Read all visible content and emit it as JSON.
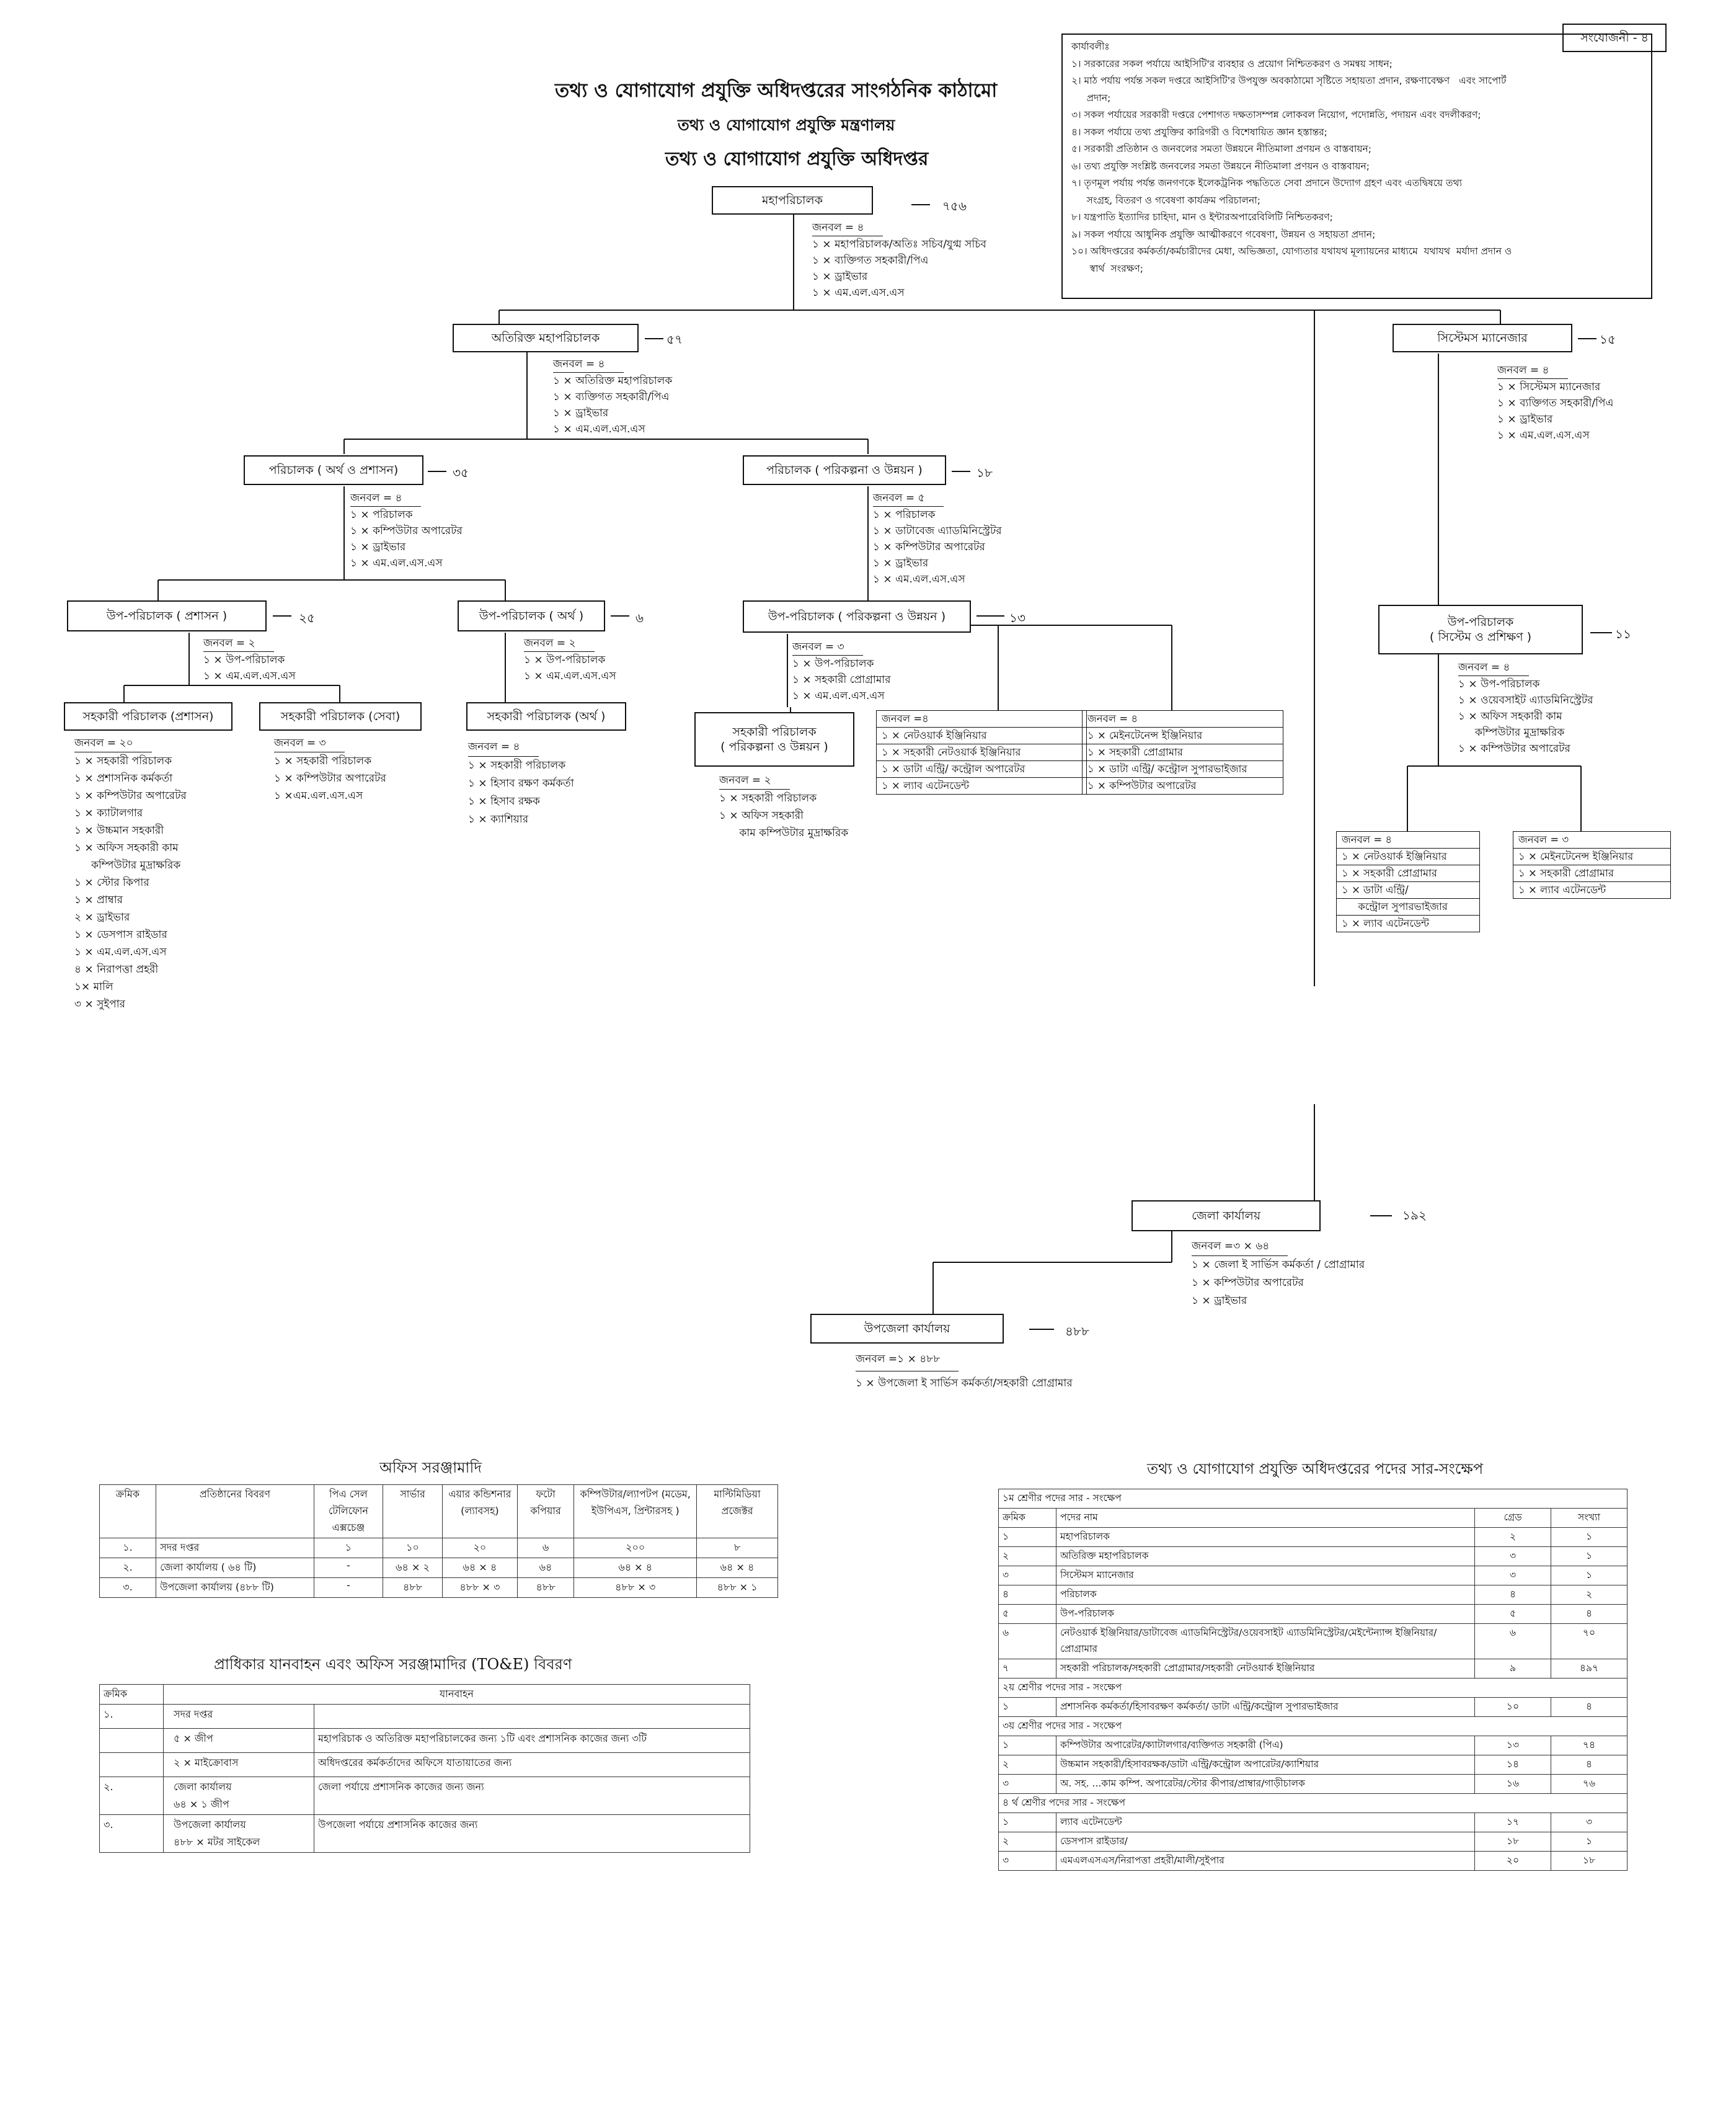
{
  "titles": {
    "main": "তথ্য ও যোগাযোগ প্রযুক্তি অধিদপ্তরের সাংগঠনিক কাঠামো",
    "ministry": "তথ্য ও যোগাযোগ প্রযুক্তি মন্ত্রণালয়",
    "department": "তথ্য ও যোগাযোগ প্রযুক্তি অধিদপ্তর"
  },
  "annex": "সংযোজনী - ৪",
  "functions": {
    "heading": "কার্যাবলীঃ",
    "items": [
      "১। সরকারের সকল পর্যায়ে আইসিটি'র ব্যবহার ও প্রয়োগ নিশ্চিতকরণ ও সমন্বয় সাধন;",
      "২। মাঠ পর্যায় পর্যন্ত সকল দপ্তরে আইসিটি'র উপযুক্ত অবকাঠামো সৃষ্টিতে সহায়তা প্রদান, রক্ষণাবেক্ষণ   এবং সাপোর্ট",
      "     প্রদান;",
      "৩। সকল পর্যায়ের সরকারী দপ্তরে পেশাগত দক্ষতাসম্পন্ন লোকবল নিয়োগ, পদোন্নতি, পদায়ন এবং বদলীকরণ;",
      "৪। সকল পর্যায়ে তথ্য প্রযুক্তির কারিগরী ও বিশেষায়িত জ্ঞান হস্তান্তর;",
      "৫। সরকারী প্রতিষ্ঠান ও জনবলের সমতা উন্নয়নে নীতিমালা প্রণয়ন ও বাস্তবায়ন;",
      "৬। তথ্য প্রযুক্তি সংশ্লিষ্ট জনবলের সমতা উন্নয়নে নীতিমালা প্রণয়ন ও বাস্তবায়ন;",
      "৭। তৃণমূল পর্যায় পর্যন্ত জনগণকে ইলেকট্রনিক পদ্ধতিতে সেবা প্রদানে উদ্যোগ গ্রহণ এবং এতদ্বিষয়ে তথ্য",
      "     সংগ্রহ, বিতরণ ও গবেষণা কার্যক্রম পরিচালনা;",
      "৮। যন্ত্রপাতি ইত্যাদির চাহিদা, মান ও ইন্টারঅপারেবিলিটি নিশ্চিতকরণ;",
      "৯। সকল পর্যায়ে আধুনিক প্রযুক্তি আত্মীকরণে গবেষণা, উন্নয়ন ও সহায়তা প্রদান;",
      "১০। অধিদপ্তরের কর্মকর্তা/কর্মচারীদের মেধা, অভিজ্ঞতা, যোগ্যতার যথাযথ মূল্যায়নের মাধ্যমে  যথাযথ  মর্যাদা প্রদান ও",
      "      স্বার্থ  সংরক্ষণ;"
    ]
  },
  "org": {
    "dg": {
      "label": "মহাপরিচালক",
      "count": "৭৫৬",
      "staff": [
        "জনবল = ৪",
        "১ × মহাপরিচালক/অতিঃ সচিব/যুগ্ম সচিব",
        "১ × ব্যক্তিগত সহকারী/পিএ",
        "১ × ড্রাইভার",
        "১ × এম.এল.এস.এস"
      ]
    },
    "adg": {
      "label": "অতিরিক্ত মহাপরিচালক",
      "count": "৫৭",
      "staff": [
        "জনবল = ৪",
        "১ × অতিরিক্ত মহাপরিচালক",
        "১ × ব্যক্তিগত সহকারী/পিএ",
        "১ × ড্রাইভার",
        "১ × এম.এল.এস.এস"
      ]
    },
    "sysmgr": {
      "label": "সিস্টেমস ম্যানেজার",
      "count": "১৫",
      "staff": [
        "জনবল = ৪",
        "১ × সিস্টেমস ম্যানেজার",
        "১ × ব্যক্তিগত সহকারী/পিএ",
        "১ × ড্রাইভার",
        "১ × এম.এল.এস.এস"
      ]
    },
    "dir_fin": {
      "label": "পরিচালক ( অর্থ ও প্রশাসন)",
      "count": "৩৫",
      "staff": [
        "জনবল = ৪",
        "১ × পরিচালক",
        "১ × কম্পিউটার অপারেটর",
        "১ × ড্রাইভার",
        "১ × এম.এল.এস.এস"
      ]
    },
    "dir_plan": {
      "label": "পরিচালক ( পরিকল্পনা ও উন্নয়ন )",
      "count": "১৮",
      "staff": [
        "জনবল = ৫",
        "১ × পরিচালক",
        "১ × ডাটাবেজ এ্যাডমিনিস্ট্রেটর",
        "১ × কম্পিউটার অপারেটর",
        "১ × ড্রাইভার",
        "১ × এম.এল.এস.এস"
      ]
    },
    "dd_admin": {
      "label": "উপ-পরিচালক ( প্রশাসন )",
      "count": "২৫",
      "staff": [
        "জনবল = ২",
        "১ × উপ-পরিচালক",
        "১ × এম.এল.এস.এস"
      ]
    },
    "dd_fin": {
      "label": "উপ-পরিচালক ( অর্থ )",
      "count": "৬",
      "staff": [
        "জনবল = ২",
        "১ × উপ-পরিচালক",
        "১ × এম.এল.এস.এস"
      ]
    },
    "dd_plan": {
      "label": "উপ-পরিচালক ( পরিকল্পনা ও উন্নয়ন )",
      "count": "১৩",
      "staff": [
        "জনবল = ৩",
        "১ × উপ-পরিচালক",
        "১ × সহকারী প্রোগ্রামার",
        "১ × এম.এল.এস.এস"
      ]
    },
    "dd_sys": {
      "label1": "উপ-পরিচালক",
      "label2": "( সিস্টেম ও প্রশিক্ষণ )",
      "count": "১১",
      "staff": [
        "জনবল = ৪",
        "১ × উপ-পরিচালক",
        "১ × ওয়েবসাইট এ্যাডমিনিস্ট্রেটর",
        "১ × অফিস সহকারী কাম",
        "     কম্পিউটার মুদ্রাক্ষরিক",
        "১ × কম্পিউটার অপারেটর"
      ]
    },
    "ad_admin": {
      "label": "সহকারী পরিচালক (প্রশাসন)",
      "staff": [
        "জনবল = ২০",
        "১ × সহকারী পরিচালক",
        "১ × প্রশাসনিক কর্মকর্তা",
        "১ × কম্পিউটার অপারেটর",
        "১ × ক্যাটালগার",
        "১ × উচ্চমান সহকারী",
        "১ × অফিস সহকারী কাম",
        "     কম্পিউটার মুদ্রাক্ষরিক",
        "১ × স্টোর কিপার",
        "১ × প্রাম্বার",
        "২ × ড্রাইভার",
        "১ × ডেসপাস রাইডার",
        "১ × এম.এল.এস.এস",
        "৪ × নিরাপত্তা প্রহরী",
        "১× মালি",
        "৩ × সুইপার"
      ]
    },
    "ad_seba": {
      "label": "সহকারী পরিচালক (সেবা)",
      "staff": [
        "জনবল = ৩",
        "১ × সহকারী পরিচালক",
        "১ × কম্পিউটার অপারেটর",
        "১ ×এম.এল.এস.এস"
      ]
    },
    "ad_fin": {
      "label": "সহকারী পরিচালক (অর্থ )",
      "staff": [
        "জনবল = ৪",
        "১ × সহকারী পরিচালক",
        "১ × হিসাব রক্ষণ কর্মকর্তা",
        "১ × হিসাব রক্ষক",
        "১ × ক্যাশিয়ার"
      ]
    },
    "ad_plan": {
      "label1": "সহকারী পরিচালক",
      "label2": "( পরিকল্পনা ও উন্নয়ন )",
      "staff": [
        "জনবল = ২",
        "১ × সহকারী পরিচালক",
        "১ × অফিস সহকারী",
        "      কাম কম্পিউটার মুদ্রাক্ষরিক"
      ]
    },
    "plan_net": [
      "জনবল =৪",
      "১ × নেটওয়ার্ক ইঞ্জিনিয়ার",
      "১ × সহকারী নেটওয়ার্ক ইঞ্জিনিয়ার",
      "১ × ডাটা এন্ট্রি/ কন্ট্রোল অপারেটর",
      "১ × ল্যাব এটেনডেন্ট"
    ],
    "plan_mnt": [
      "জনবল = ৪",
      "১ × মেইনটেনেন্স ইঞ্জিনিয়ার",
      "১ × সহকারী প্রোগ্রামার",
      "১ × ডাটা এন্ট্রি/ কন্ট্রোল সুপারভাইজার",
      "১ × কম্পিউটার অপারেটর"
    ],
    "sys_net": [
      "জনবল = ৪",
      "১ × নেটওয়ার্ক ইঞ্জিনিয়ার",
      "১ × সহকারী প্রোগ্রামার",
      "১ × ডাটা এন্ট্রি/",
      "     কন্ট্রোল সুপারভাইজার",
      "১ × ল্যাব এটেনডেন্ট"
    ],
    "sys_mnt": [
      "জনবল = ৩",
      "১ × মেইনটেনেন্স ইঞ্জিনিয়ার",
      "১ × সহকারী প্রোগ্রামার",
      "১ × ল্যাব এটেনডেন্ট"
    ],
    "district": {
      "label": "জেলা কার্যালয়",
      "count": "১৯২",
      "staff": [
        "জনবল =৩ × ৬৪",
        "১ × জেলা ই সার্ভিস কর্মকর্তা / প্রোগ্রামার",
        "১ × কম্পিউটার অপারেটর",
        "১ × ড্রাইভার"
      ]
    },
    "upazila": {
      "label": "উপজেলা কার্যালয়",
      "count": "৪৮৮",
      "staff": [
        "জনবল =১ × ৪৮৮",
        "১ × উপজেলা ই সার্ভিস কর্মকর্তা/সহকারী প্রোগ্রামার"
      ]
    }
  },
  "equipment": {
    "title": "অফিস সরঞ্জামাদি",
    "headers": [
      "ক্রমিক",
      "প্রতিষ্ঠানের বিবরণ",
      "পিএ সেল টেলিফোন এক্সচেঞ্জ",
      "সার্ভার",
      "এয়ার কন্ডিশনার (ল্যাবসহ)",
      "ফটো কপিয়ার",
      "কম্পিউটার/ল্যাপটপ (মডেম, ইউপিএস, প্রিন্টারসহ )",
      "মাল্টিমিডিয়া প্রজেক্টর"
    ],
    "rows": [
      [
        "১.",
        "সদর দপ্তর",
        "১",
        "১০",
        "২০",
        "৬",
        "২০০",
        "৮"
      ],
      [
        "২.",
        "জেলা কার্যালয় ( ৬৪ টি)",
        "-",
        "৬৪ × ২",
        "৬৪ × ৪",
        "৬৪",
        "৬৪ × ৪",
        "৬৪ × ৪"
      ],
      [
        "৩.",
        "উপজেলা কার্যালয় (৪৮৮ টি)",
        "-",
        "৪৮৮",
        "৪৮৮ × ৩",
        "৪৮৮",
        "৪৮৮ × ৩",
        "৪৮৮ × ১"
      ]
    ]
  },
  "vehicles": {
    "title": "প্রাধিকার যানবাহন এবং অফিস সরঞ্জামাদির (TO&E) বিবরণ",
    "headers": [
      "ক্রমিক",
      "যানবাহন"
    ],
    "rows": [
      {
        "no": "১.",
        "a": "সদর দপ্তর",
        "b": ""
      },
      {
        "no": "",
        "a": "৫ × জীপ",
        "b": "মহাপরিচাক ও অতিরিক্ত মহাপরিচালকের জন্য ১টি এবং প্রশাসনিক কাজের জন্য ৩টি"
      },
      {
        "no": "",
        "a": "২ × মাইক্রোবাস",
        "b": "অধিদপ্তরের কর্মকর্তাদের অফিসে যাতায়াতের জন্য"
      },
      {
        "no": "২.",
        "a": "জেলা কার্যালয়\n৬৪ × ১ জীপ",
        "b": "জেলা পর্যায়ে প্রশাসনিক কাজের জন্য জন্য"
      },
      {
        "no": "৩.",
        "a": "উপজেলা কার্যালয়\n৪৮৮ × মটর সাইকেল",
        "b": "উপজেলা পর্যায়ে প্রশাসনিক কাজের জন্য"
      }
    ]
  },
  "posts": {
    "title": "তথ্য ও যোগাযোগ প্রযুক্তি অধিদপ্তরের পদের সার-সংক্ষেপ",
    "headers": [
      "ক্রমিক",
      "পদের নাম",
      "গ্রেড",
      "সংখ্যা"
    ],
    "sections": [
      {
        "title": "১ম শ্রেণীর পদের সার - সংক্ষেপ",
        "rows": [
          [
            "১",
            "মহাপরিচালক",
            "২",
            "১"
          ],
          [
            "২",
            "অতিরিক্ত মহাপরিচালক",
            "৩",
            "১"
          ],
          [
            "৩",
            "সিস্টেমস ম্যানেজার",
            "৩",
            "১"
          ],
          [
            "৪",
            "পরিচালক",
            "৪",
            "২"
          ],
          [
            "৫",
            "উপ-পরিচালক",
            "৫",
            "৪"
          ],
          [
            "৬",
            "নেটওয়ার্ক ইঞ্জিনিয়ার/ডাটাবেজ এ্যাডমিনিস্ট্রেটর/ওয়েবসাইট এ্যাডমিনিস্ট্রেটর/মেইন্টেন্যান্স ইঞ্জিনিয়ার/প্রোগ্রামার",
            "৬",
            "৭০"
          ],
          [
            "৭",
            "সহকারী পরিচালক/সহকারী প্রোগ্রামার/সহকারী নেটওয়ার্ক ইঞ্জিনিয়ার",
            "৯",
            "৪৯৭"
          ]
        ]
      },
      {
        "title": "২য় শ্রেণীর পদের সার - সংক্ষেপ",
        "rows": [
          [
            "১",
            "প্রশাসনিক কর্মকর্তা/হিসাবরক্ষণ কর্মকর্তা/ ডাটা এন্ট্রি/কন্ট্রোল সুপারভাইজার",
            "১০",
            "৪"
          ]
        ]
      },
      {
        "title": "৩য় শ্রেণীর পদের সার - সংক্ষেপ",
        "rows": [
          [
            "১",
            "কম্পিউটার অপারেটর/ক্যাটালগার/ব্যক্তিগত সহকারী (পিএ)",
            "১৩",
            "৭৪"
          ],
          [
            "২",
            "উচ্চমান সহকারী/হিসাবরক্ষক/ডাটা এন্ট্রি/কন্ট্রোল অপারেটর/ক্যাশিয়ার",
            "১৪",
            "৪"
          ],
          [
            "৩",
            "অ. সহ. ...কাম কম্পি. অপারেটর/স্টোর কীপার/প্রাম্বার/গাড়ীচালক",
            "১৬",
            "৭৬"
          ]
        ]
      },
      {
        "title": "৪ র্থ শ্রেণীর পদের সার - সংক্ষেপ",
        "rows": [
          [
            "১",
            "ল্যাব এটেনডেন্ট",
            "১৭",
            "৩"
          ],
          [
            "২",
            "ডেসপাস রাইডার/",
            "১৮",
            "১"
          ],
          [
            "৩",
            "এমএলএসএস/নিরাপত্তা প্রহরী/মালী/সুইপার",
            "২০",
            "১৮"
          ]
        ]
      }
    ]
  }
}
